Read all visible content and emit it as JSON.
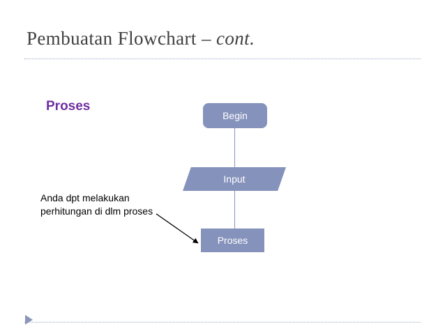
{
  "slide": {
    "title_main": "Pembuatan Flowchart – ",
    "title_italic": "cont.",
    "section_label": "Proses",
    "annotation": "Anda dpt melakukan\nperhitungan di dlm proses",
    "colors": {
      "title": "#3f3f3f",
      "section_label": "#7030a0",
      "node_fill": "#8592bb",
      "node_text": "#ffffff",
      "rule": "#9aa7c4"
    }
  },
  "chart_data": {
    "type": "flowchart",
    "nodes": [
      {
        "id": "begin",
        "label": "Begin",
        "shape": "rounded-rectangle"
      },
      {
        "id": "input",
        "label": "Input",
        "shape": "parallelogram"
      },
      {
        "id": "proses",
        "label": "Proses",
        "shape": "rectangle"
      }
    ],
    "edges": [
      {
        "from": "begin",
        "to": "input",
        "style": "line"
      },
      {
        "from": "input",
        "to": "proses",
        "style": "line"
      },
      {
        "from": "annotation",
        "to": "proses",
        "style": "arrow"
      }
    ]
  }
}
